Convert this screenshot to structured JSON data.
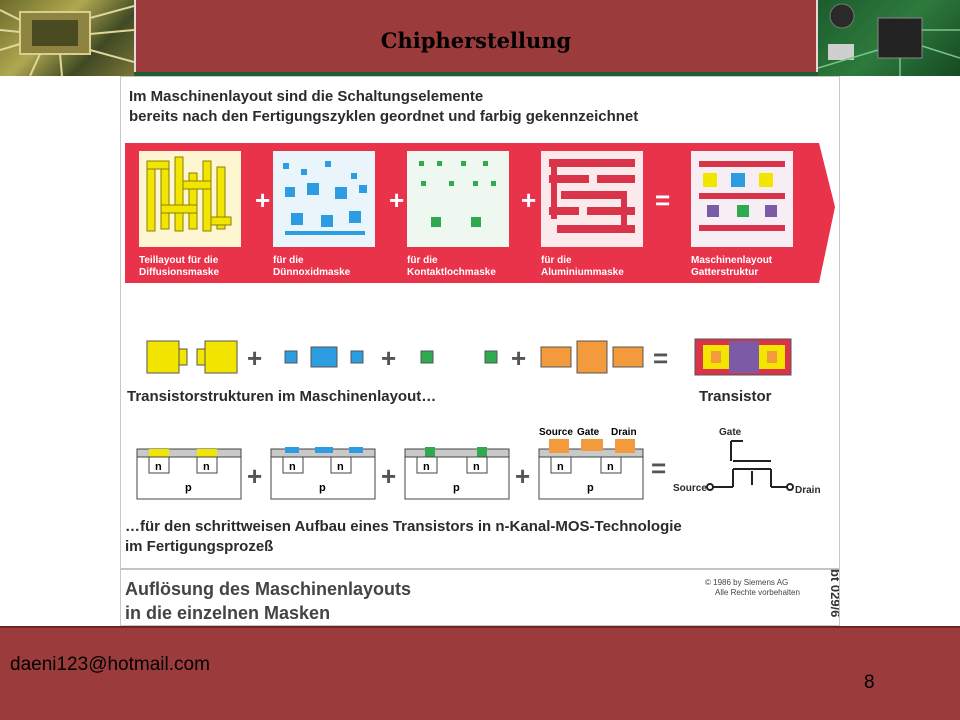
{
  "slide": {
    "title": "Chipherstellung",
    "footer_email": "daeni123@hotmail.com",
    "page_number": "8"
  },
  "figure": {
    "intro_line1": "Im Maschinenlayout sind die Schaltungselemente",
    "intro_line2": "bereits nach den Fertigungszyklen geordnet und farbig gekennzeichnet",
    "masks": [
      {
        "line1": "Teillayout für die",
        "line2": "Diffusionsmaske"
      },
      {
        "line1": "für die",
        "line2": "Dünnoxidmaske"
      },
      {
        "line1": "für die",
        "line2": "Kontaktlochmaske"
      },
      {
        "line1": "für die",
        "line2": "Aluminiummaske"
      },
      {
        "line1": "Maschinenlayout",
        "line2": "Gatterstruktur"
      }
    ],
    "transistor_structures_label": "Transistorstrukturen im Maschinenlayout…",
    "transistor_label": "Transistor",
    "cross_section_labels": {
      "n": "n",
      "p": "p",
      "source": "Source",
      "gate": "Gate",
      "drain": "Drain"
    },
    "symbol_labels": {
      "gate": "Gate",
      "source": "Source",
      "drain": "Drain"
    },
    "bottom_line1": "…für den schrittweisen Aufbau eines Transistors in n-Kanal-MOS-Technologie",
    "bottom_line2": "im Fertigungsprozeß",
    "caption_line1": "Auflösung des Maschinenlayouts",
    "caption_line2": "in die einzelnen Masken",
    "copyright_line1": "© 1986 by Siemens AG",
    "copyright_line2": "Alle Rechte vorbehalten",
    "figure_code": "bt 029/6",
    "operators": {
      "plus": "+",
      "equals": "="
    }
  },
  "colors": {
    "title_bar": "#9b3b3b",
    "diffusion": "#f2e600",
    "thin_oxide": "#2c9de0",
    "contact": "#2faa4f",
    "aluminium": "#d9344a",
    "band": "#e8334a",
    "orange": "#f39a3c"
  }
}
